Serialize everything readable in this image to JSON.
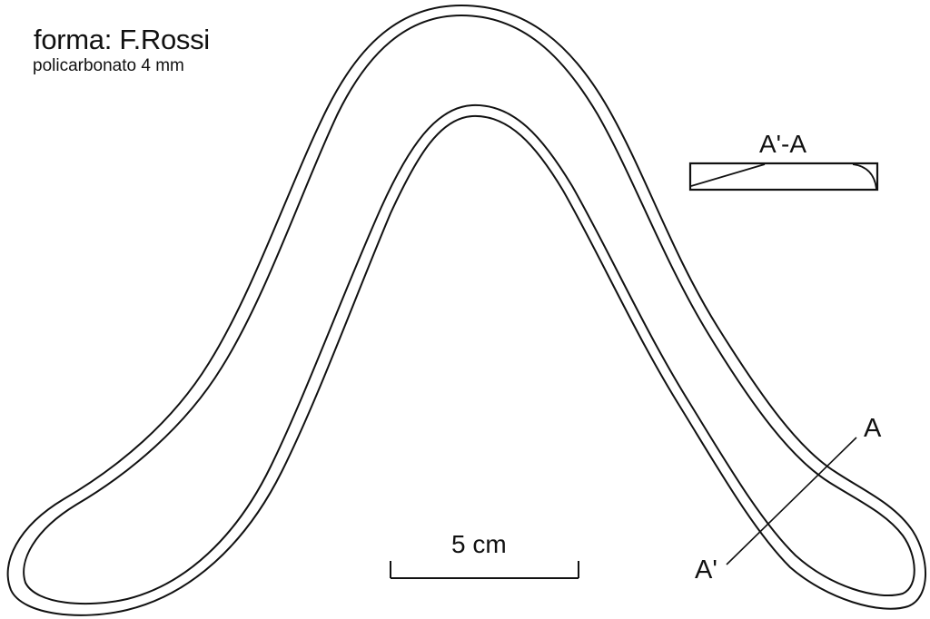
{
  "header": {
    "title": "forma: F.Rossi",
    "subtitle": "policarbonato 4 mm"
  },
  "section_view": {
    "label": "A'-A"
  },
  "section_line": {
    "start_label": "A",
    "end_label": "A'"
  },
  "scale_bar": {
    "label": "5 cm"
  },
  "colors": {
    "line": "#111111",
    "background": "#ffffff"
  }
}
